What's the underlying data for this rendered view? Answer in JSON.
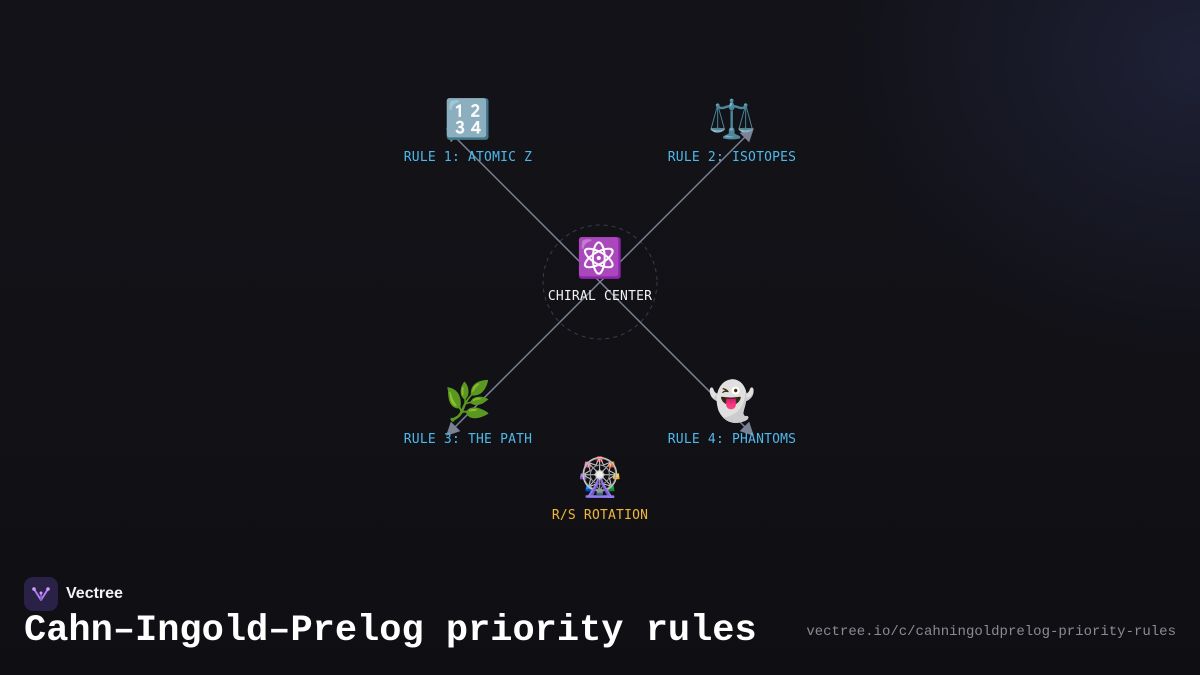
{
  "diagram": {
    "center": {
      "icon": "atom-icon",
      "glyph": "⚛️",
      "label": "CHIRAL CENTER"
    },
    "rules": [
      {
        "icon": "numbers-icon",
        "glyph": "🔢",
        "label": "RULE 1: ATOMIC Z"
      },
      {
        "icon": "balance-scale-icon",
        "glyph": "⚖️",
        "label": "RULE 2: ISOTOPES"
      },
      {
        "icon": "herb-icon",
        "glyph": "🌿",
        "label": "RULE 3: THE PATH"
      },
      {
        "icon": "ghost-icon",
        "glyph": "👻",
        "label": "RULE 4: PHANTOMS"
      }
    ],
    "result": {
      "icon": "ferris-wheel-icon",
      "glyph": "🎡",
      "label": "R/S ROTATION"
    }
  },
  "footer": {
    "brand": "Vectree",
    "title": "Cahn–Ingold–Prelog priority rules",
    "url": "vectree.io/c/cahningoldprelog-priority-rules"
  },
  "colors": {
    "background": "#111116",
    "rule_label": "#4fb8ea",
    "center_label": "#f2f2f2",
    "result_label": "#f2b73a",
    "connector": "#7c8296"
  }
}
